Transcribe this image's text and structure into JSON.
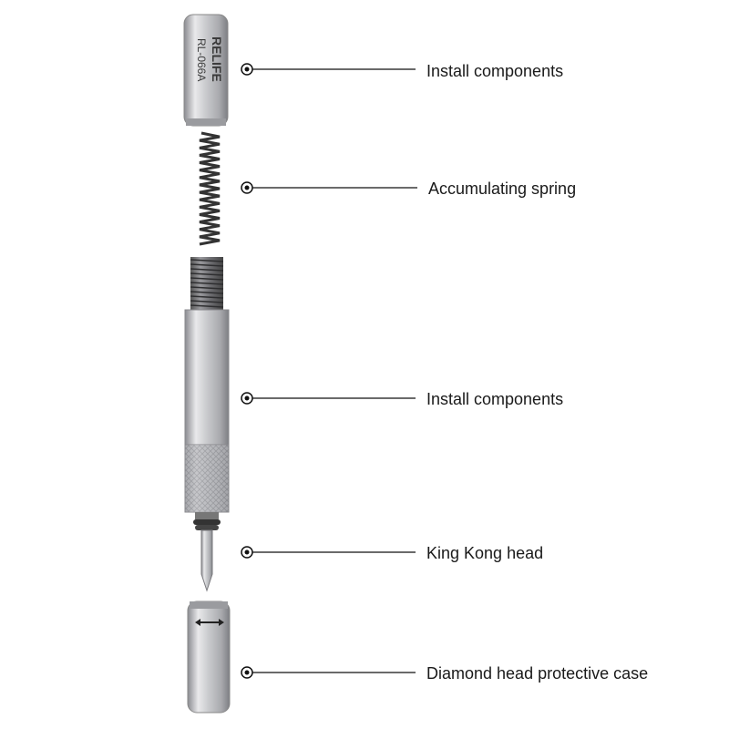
{
  "brand": {
    "logo_text": "RELIFE",
    "model": "RL-066A"
  },
  "callouts": [
    {
      "label": "Install components"
    },
    {
      "label": "Accumulating spring"
    },
    {
      "label": "Install components"
    },
    {
      "label": "King Kong head"
    },
    {
      "label": "Diamond head protective case"
    }
  ],
  "colors": {
    "metal_light": "#e6e6e8",
    "metal_mid": "#bdbec2",
    "metal_dark": "#8a8b90",
    "spring": "#333333",
    "leader_line": "#111111"
  }
}
